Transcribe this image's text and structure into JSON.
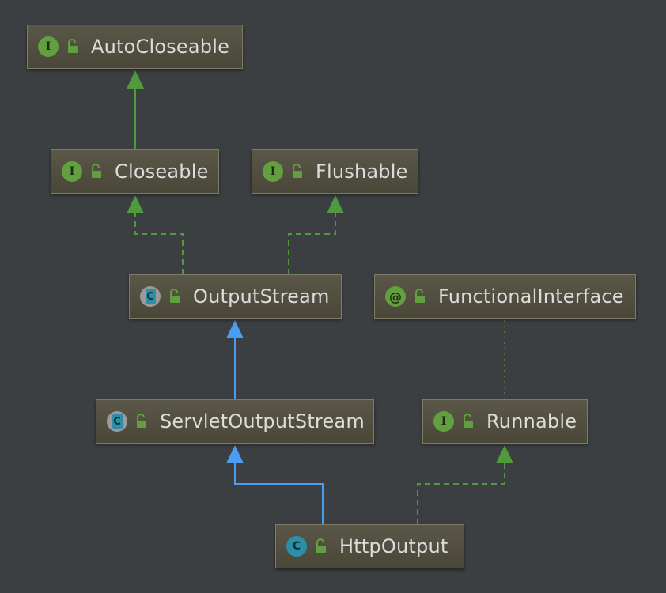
{
  "nodes": {
    "autocloseable": {
      "name": "AutoCloseable",
      "kind": "interface",
      "badge": "I"
    },
    "closeable": {
      "name": "Closeable",
      "kind": "interface",
      "badge": "I"
    },
    "flushable": {
      "name": "Flushable",
      "kind": "interface",
      "badge": "I"
    },
    "outputstream": {
      "name": "OutputStream",
      "kind": "abstract-class",
      "badge": "C"
    },
    "functionalinterface": {
      "name": "FunctionalInterface",
      "kind": "annotation",
      "badge": "@"
    },
    "servletoutputstream": {
      "name": "ServletOutputStream",
      "kind": "abstract-class",
      "badge": "C"
    },
    "runnable": {
      "name": "Runnable",
      "kind": "interface",
      "badge": "I"
    },
    "httpoutput": {
      "name": "HttpOutput",
      "kind": "class",
      "badge": "C"
    }
  },
  "edges": [
    {
      "from": "Closeable",
      "to": "AutoCloseable",
      "type": "extends-interface"
    },
    {
      "from": "OutputStream",
      "to": "Closeable",
      "type": "implements"
    },
    {
      "from": "OutputStream",
      "to": "Flushable",
      "type": "implements"
    },
    {
      "from": "ServletOutputStream",
      "to": "OutputStream",
      "type": "extends"
    },
    {
      "from": "HttpOutput",
      "to": "ServletOutputStream",
      "type": "extends"
    },
    {
      "from": "HttpOutput",
      "to": "Runnable",
      "type": "implements"
    },
    {
      "from": "Runnable",
      "to": "FunctionalInterface",
      "type": "annotated-by"
    }
  ],
  "colors": {
    "background": "#3c3f41",
    "interface_badge": "#62a03f",
    "class_badge": "#2c8fa8",
    "extends_line": "#4a9df0",
    "implements_line": "#4f9a3c"
  }
}
